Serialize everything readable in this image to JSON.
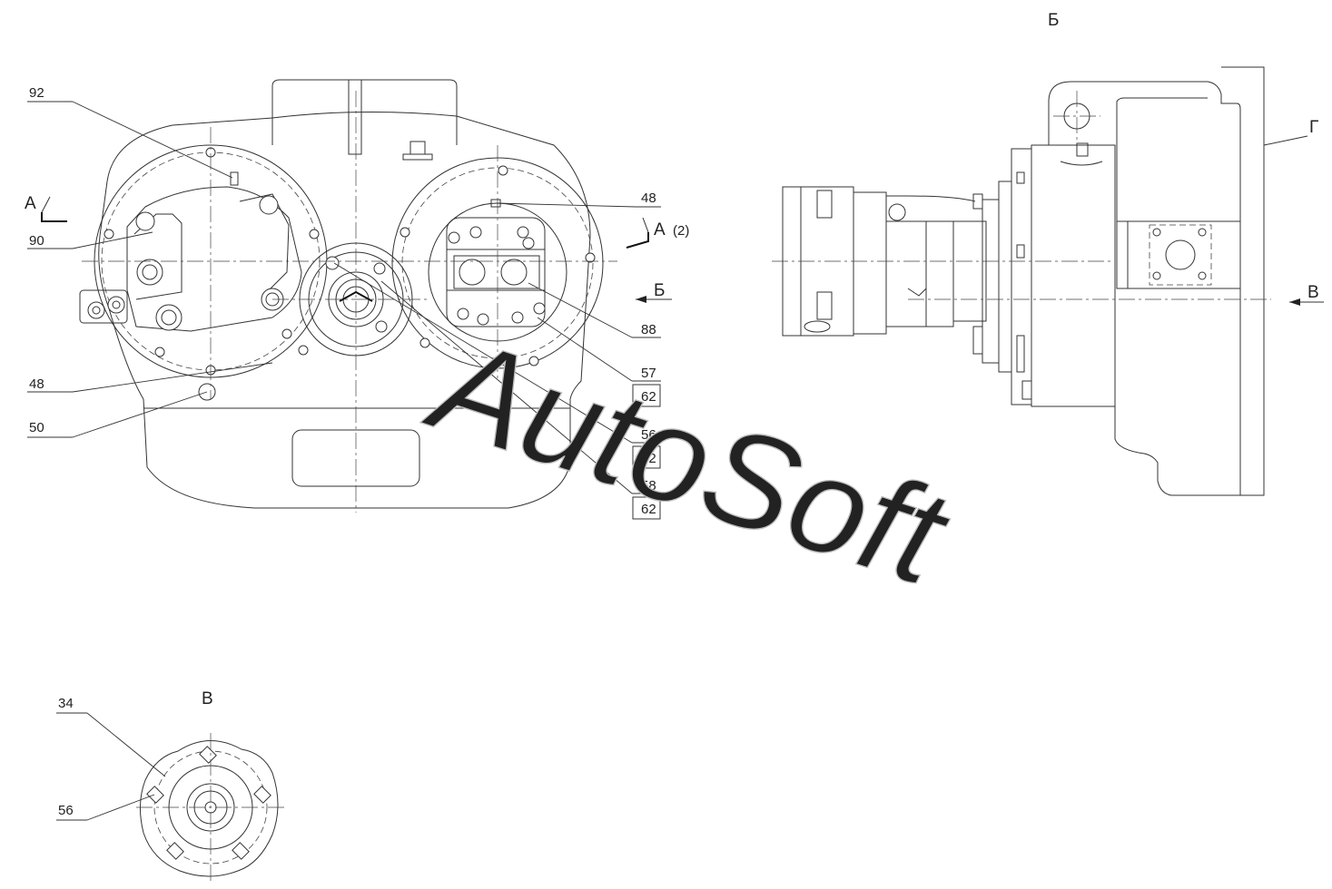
{
  "callouts": {
    "c92": "92",
    "c90": "90",
    "c48_left": "48",
    "c50": "50",
    "c48_right": "48",
    "c88": "88",
    "c57": "57",
    "c62_a": "62",
    "c56": "56",
    "c62_b": "62",
    "c58": "58",
    "c62_c": "62",
    "c34": "34",
    "c56_bottom": "56"
  },
  "views": {
    "section_a_left": "А",
    "section_a_right": "А",
    "section_a_sheet": "(2)",
    "view_b_arrow": "Б",
    "view_b_title": "Б",
    "view_g": "Г",
    "view_v_arrow": "В",
    "view_v_title": "В"
  },
  "watermark": "AutoSoft"
}
